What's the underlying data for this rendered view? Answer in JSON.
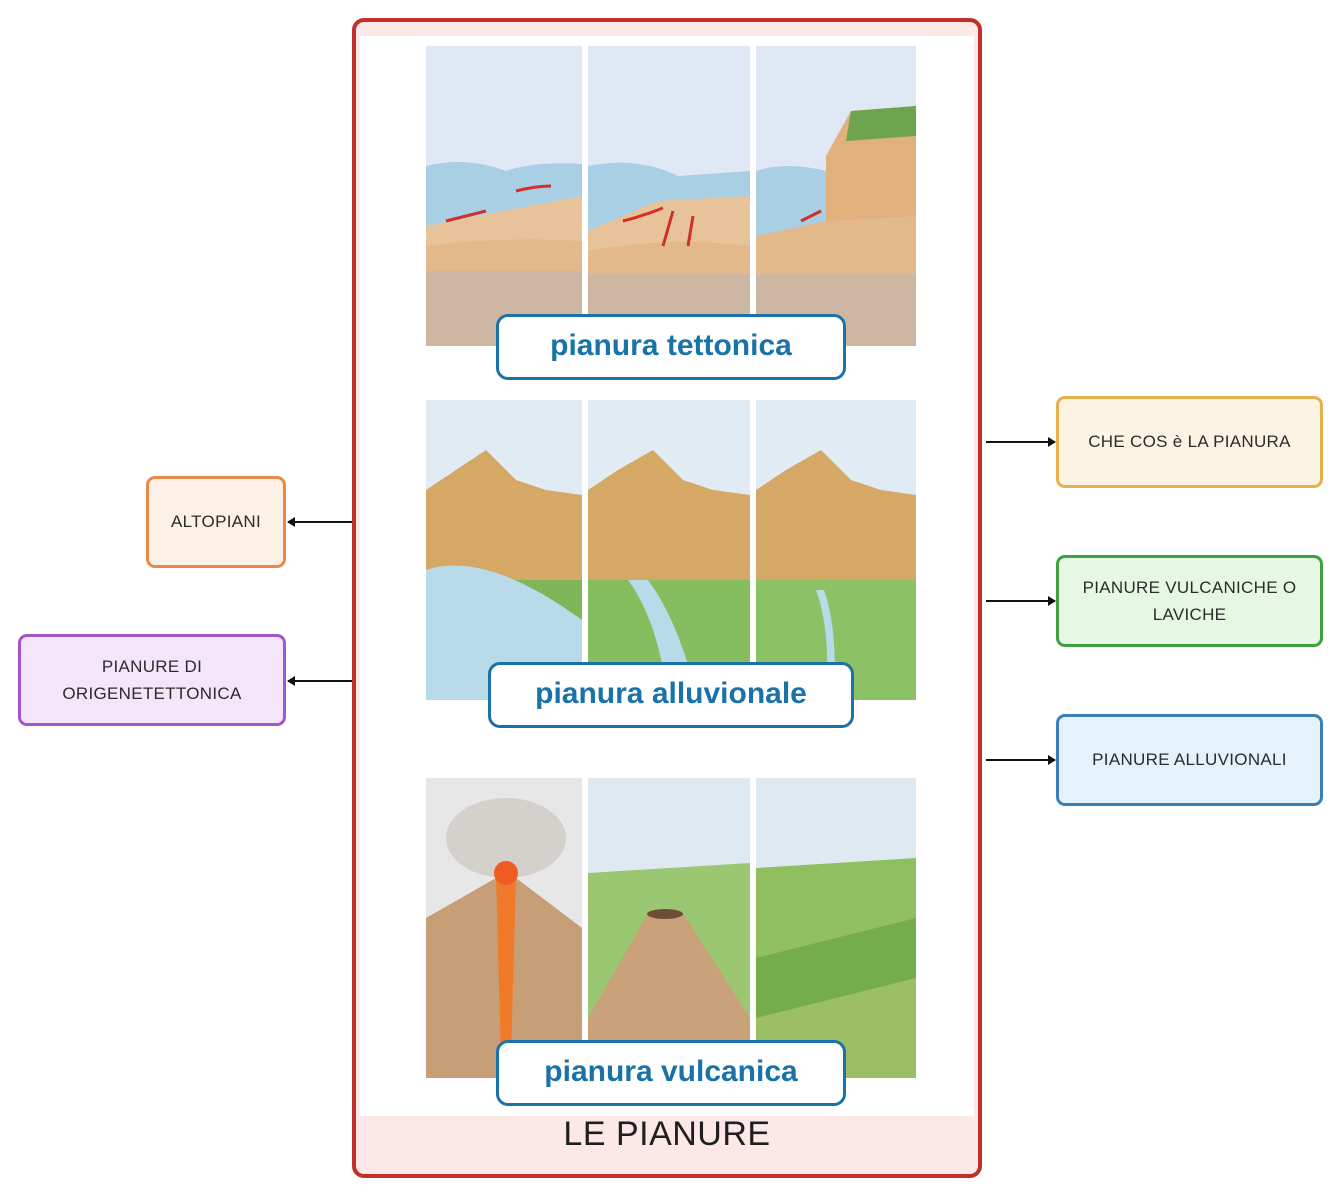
{
  "central": {
    "title": "LE PIANURE",
    "border_color": "#c0302b",
    "background_color": "#fde8e8",
    "illustrations": [
      {
        "label": "pianura tettonica"
      },
      {
        "label": "pianura alluvionale"
      },
      {
        "label": "pianura vulcanica"
      }
    ]
  },
  "nodes": {
    "left": [
      {
        "label": "ALTOPIANI",
        "border_color": "#e8894a",
        "fill_color": "#fdf1e7"
      },
      {
        "label": "PIANURE DI ORIGENETETTONICA",
        "border_color": "#a455c9",
        "fill_color": "#f3e6fb"
      }
    ],
    "right": [
      {
        "label": "CHE COS è LA PIANURA",
        "border_color": "#e8b04a",
        "fill_color": "#fdf3e3"
      },
      {
        "label": "PIANURE VULCANICHE O LAVICHE",
        "border_color": "#3fa040",
        "fill_color": "#e6f8e4"
      },
      {
        "label": "PIANURE ALLUVIONALI",
        "border_color": "#3a7fb8",
        "fill_color": "#e5f1fb"
      }
    ]
  }
}
